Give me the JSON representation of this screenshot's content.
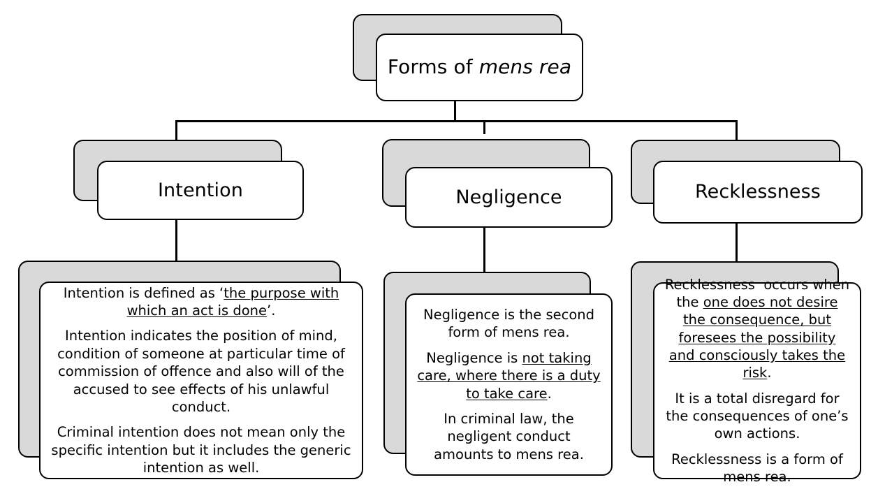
{
  "diagram": {
    "title": "Forms of mens rea",
    "root": {
      "label_plain": "Forms of ",
      "label_italic": "mens rea"
    },
    "branches": [
      {
        "id": "intention",
        "label": "Intention",
        "paragraphs": [
          {
            "id": "intention-p1",
            "segments": [
              {
                "text": "Intention is defined as ‘",
                "underline": false
              },
              {
                "text": "the purpose with which an act is done",
                "underline": true
              },
              {
                "text": "’.",
                "underline": false
              }
            ],
            "plain": "Intention is defined as ‘the purpose with which an act is done’."
          },
          {
            "id": "intention-p2",
            "segments": [
              {
                "text": "Intention indicates the position of mind, condition of someone at particular time of commission of offence and also will of the accused to see effects of his unlawful conduct.",
                "underline": false
              }
            ],
            "plain": "Intention indicates the position of mind, condition of someone at particular time of commission of offence and also will of the accused to see effects of his unlawful conduct."
          },
          {
            "id": "intention-p3",
            "segments": [
              {
                "text": "Criminal intention does not mean only the specific intention but it includes the generic intention as well.",
                "underline": false
              }
            ],
            "plain": "Criminal intention does not mean only the specific intention but it includes the generic intention as well."
          }
        ]
      },
      {
        "id": "negligence",
        "label": "Negligence",
        "paragraphs": [
          {
            "id": "negligence-p1",
            "segments": [
              {
                "text": "Negligence is the second form of mens rea.",
                "underline": false
              }
            ],
            "plain": "Negligence is the second form of mens rea."
          },
          {
            "id": "negligence-p2",
            "segments": [
              {
                "text": "Negligence is ",
                "underline": false
              },
              {
                "text": "not taking care, where there is a duty to take care",
                "underline": true
              },
              {
                "text": ".",
                "underline": false
              }
            ],
            "plain": "Negligence is not taking care, where there is a duty to take care."
          },
          {
            "id": "negligence-p3",
            "segments": [
              {
                "text": "In criminal law, the negligent conduct amounts to mens rea.",
                "underline": false
              }
            ],
            "plain": "In criminal law, the negligent conduct amounts to mens rea."
          }
        ]
      },
      {
        "id": "recklessness",
        "label": "Recklessness",
        "paragraphs": [
          {
            "id": "recklessness-p1",
            "segments": [
              {
                "text": "Recklessness  occurs when the ",
                "underline": false
              },
              {
                "text": "one does not desire the consequence, but foresees the possibility and consciously takes the risk",
                "underline": true
              },
              {
                "text": ".",
                "underline": false
              }
            ],
            "plain": "Recklessness  occurs when the one does not desire the consequence, but foresees the possibility and consciously takes the risk."
          },
          {
            "id": "recklessness-p2",
            "segments": [
              {
                "text": "It is a total disregard for the consequences of one’s own actions.",
                "underline": false
              }
            ],
            "plain": "It is a total disregard for the consequences of one’s own actions."
          },
          {
            "id": "recklessness-p3",
            "segments": [
              {
                "text": "Recklessness  is a form of mens rea.",
                "underline": false
              }
            ],
            "plain": "Recklessness  is a form of mens rea."
          }
        ]
      }
    ],
    "colors": {
      "shadow_fill": "#d9d9d9",
      "card_fill": "#ffffff",
      "stroke": "#000000",
      "background": "#ffffff"
    }
  }
}
